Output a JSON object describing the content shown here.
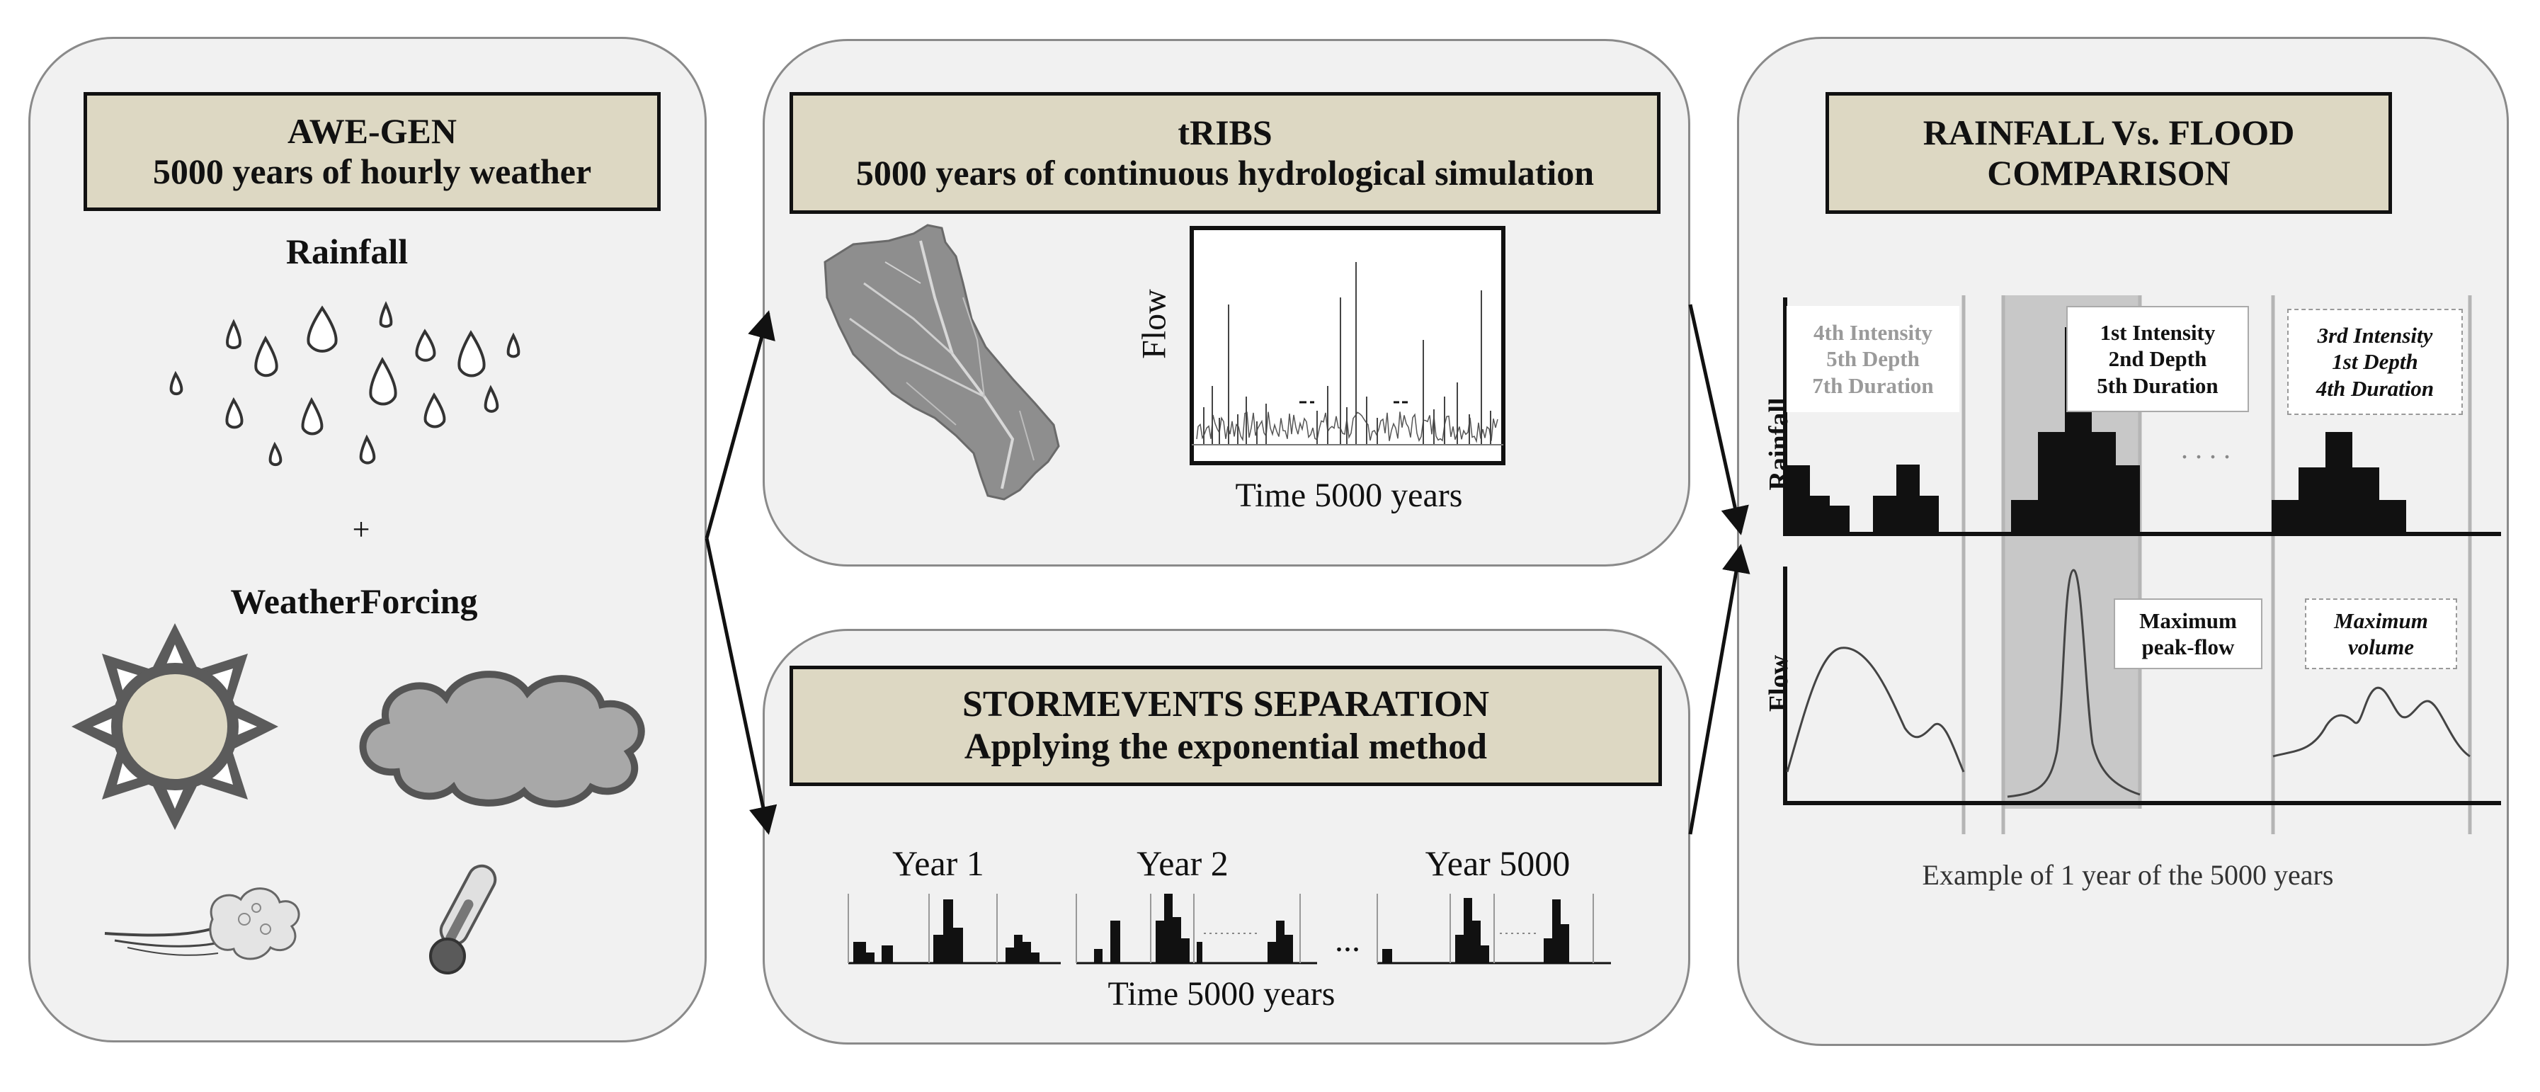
{
  "awegen": {
    "title": "AWE-GEN",
    "subtitle": "5000 years of hourly weather",
    "rainfall_label": "Rainfall",
    "plus": "+",
    "forcing_label": "WeatherForcing"
  },
  "tribs": {
    "title": "tRIBS",
    "subtitle": "5000 years of continuous hydrological simulation",
    "flow_label": "Flow",
    "time_label": "Time 5000 years"
  },
  "storm": {
    "title": "STORMEVENTS SEPARATION",
    "subtitle": "Applying the exponential method",
    "years": [
      "Year 1",
      "Year 2",
      "Year 5000"
    ],
    "ellipsis": "...",
    "time_label": "Time 5000 years"
  },
  "comparison": {
    "title_line1": "RAINFALL Vs. FLOOD",
    "title_line2": "COMPARISON",
    "rainfall_axis": "Rainfall",
    "flow_axis": "Flow",
    "dots": ". . . .",
    "event1": [
      "4th Intensity",
      "5th Depth",
      "7th Duration"
    ],
    "event2": [
      "1st Intensity",
      "2nd Depth",
      "5th Duration"
    ],
    "event3": [
      "3rd Intensity",
      "1st Depth",
      "4th Duration"
    ],
    "peak_flow": [
      "Maximum",
      "peak-flow"
    ],
    "max_volume": [
      "Maximum",
      "volume"
    ],
    "caption": "Example of 1 year of the 5000 years"
  },
  "colors": {
    "panel_bg": "#f1f1f1",
    "title_bg": "#ddd8c3",
    "sun_fill": "#ddd8c3",
    "cloud_fill": "#a8a8a8",
    "highlight": "#c8c8c8"
  }
}
